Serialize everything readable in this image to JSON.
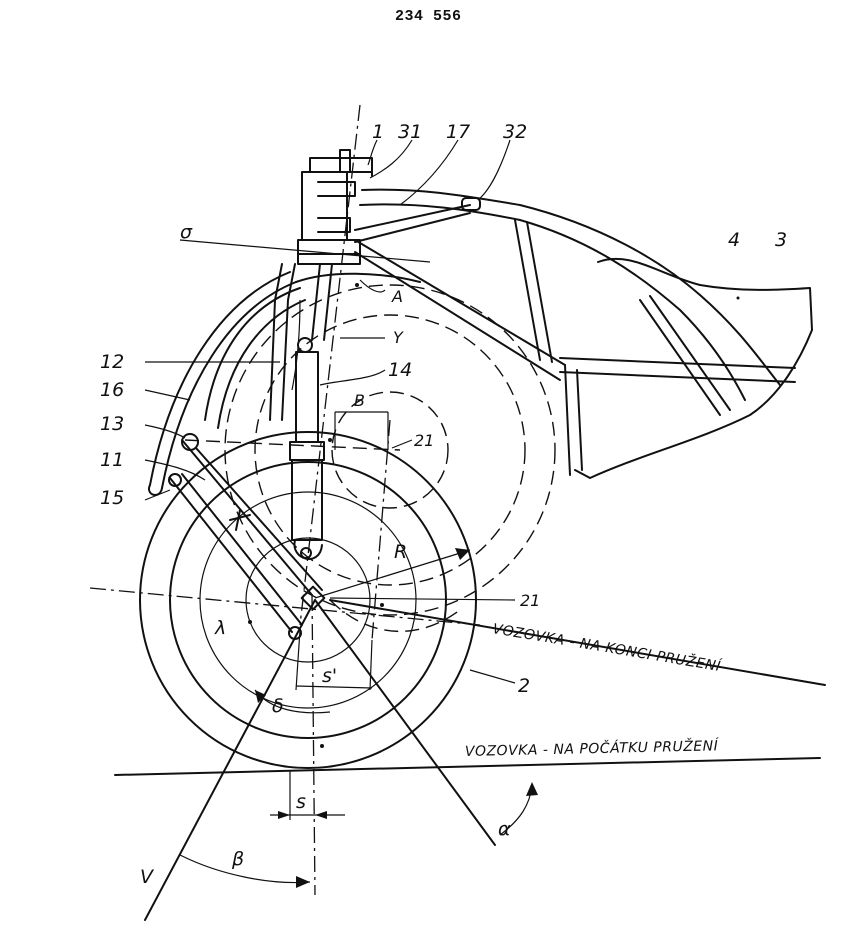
{
  "page_number": "234 556",
  "labels": {
    "part_1": "1",
    "part_31": "31",
    "part_17": "17",
    "part_32": "32",
    "part_4": "4",
    "part_3": "3",
    "sigma": "σ",
    "point_A": "A",
    "axis_Y": "Y",
    "part_12": "12",
    "part_14": "14",
    "part_16": "16",
    "dim_B": "B",
    "part_13": "13",
    "part_21_top": "21",
    "part_11": "11",
    "part_15": "15",
    "radius_R": "R",
    "part_21_bottom": "21",
    "lambda": "λ",
    "s_prime": "s'",
    "delta": "δ",
    "part_2": "2",
    "s": "s",
    "alpha": "α",
    "beta": "β",
    "line_V": "V"
  },
  "road_end": "VOZOVKA - NA KONCI PRUŽENÍ",
  "road_start": "VOZOVKA - NA POČÁTKU PRUŽENÍ"
}
